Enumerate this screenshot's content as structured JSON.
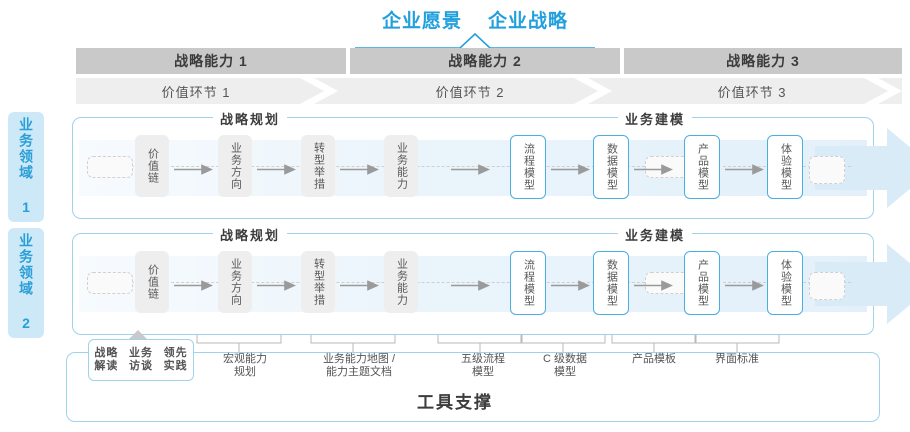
{
  "header": {
    "vision_title": "企业愿景",
    "strategy_title": "企业战略",
    "accent_color": "#22a0dd"
  },
  "capabilities": [
    {
      "label": "战略能力 1"
    },
    {
      "label": "战略能力 2"
    },
    {
      "label": "战略能力 3"
    }
  ],
  "value_chain": [
    {
      "label": "价值环节 1"
    },
    {
      "label": "价值环节 2"
    },
    {
      "label": "价值环节 3"
    }
  ],
  "domains": [
    {
      "label": "业务领域 1"
    },
    {
      "label": "业务领域 2"
    }
  ],
  "sections": {
    "planning": "战略规划",
    "modeling": "业务建模"
  },
  "flow": {
    "planning_boxes": [
      {
        "label": "价值链"
      },
      {
        "label": "业务方向"
      },
      {
        "label": "转型举措"
      },
      {
        "label": "业务能力"
      }
    ],
    "modeling_boxes": [
      {
        "label": "流程模型"
      },
      {
        "label": "数据模型"
      },
      {
        "label": "产品模型"
      },
      {
        "label": "体验模型"
      }
    ]
  },
  "tools": {
    "title": "工具支撑",
    "entry_box": "战略解读\n业务访谈\n领先实践",
    "entry_box_lines": [
      "战略解读",
      "业务访谈",
      "领先实践"
    ],
    "labels": [
      {
        "text": "宏观能力\n规划",
        "lines": [
          "宏观能力",
          "规划"
        ]
      },
      {
        "text": "业务能力地图 /\n能力主题文档",
        "lines": [
          "业务能力地图 /",
          "能力主题文档"
        ]
      },
      {
        "text": "五级流程\n模型",
        "lines": [
          "五级流程",
          "模型"
        ]
      },
      {
        "text": "C 级数据\n模型",
        "lines": [
          "C 级数据",
          "模型"
        ]
      },
      {
        "text": "产品模板",
        "lines": [
          "产品模板"
        ]
      },
      {
        "text": "界面标准",
        "lines": [
          "界面标准"
        ]
      }
    ]
  },
  "colors": {
    "brand_blue": "#22a0dd",
    "lane_border": "#9fd3ec",
    "capability_bar": "#c9c9c9",
    "value_chain_bar": "#eeeeee",
    "domain_chip": "#cde9f8",
    "box_grey": "#eeeeee",
    "arrow_fill": "#d9ebf7"
  }
}
